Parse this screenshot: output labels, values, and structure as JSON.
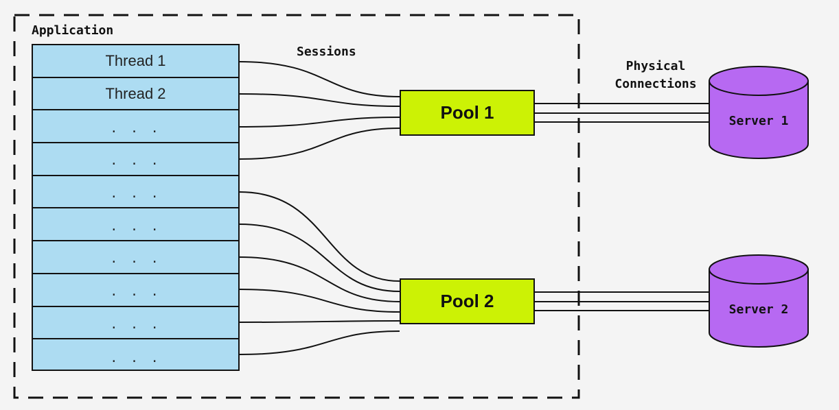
{
  "application_label": "Application",
  "sessions_label": "Sessions",
  "physical_connections_label": [
    "Physical",
    "Connections"
  ],
  "threads": [
    "Thread 1",
    "Thread 2",
    ". . .",
    ". . .",
    ". . .",
    ". . .",
    ". . .",
    ". . .",
    ". . .",
    ". . ."
  ],
  "pools": [
    {
      "label": "Pool 1",
      "session_count": 4
    },
    {
      "label": "Pool 2",
      "session_count": 6
    }
  ],
  "servers": [
    {
      "label": "Server 1",
      "physical_connection_count": 3
    },
    {
      "label": "Server 2",
      "physical_connection_count": 3
    }
  ],
  "colors": {
    "background": "#f4f4f4",
    "thread_fill": "#addcf2",
    "pool_fill": "#ccf205",
    "server_fill": "#b769f2",
    "stroke": "#111111"
  }
}
